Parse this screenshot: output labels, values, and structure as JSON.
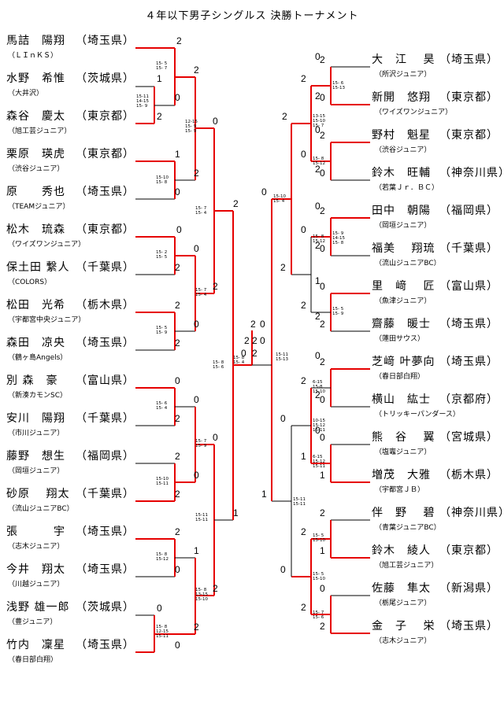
{
  "title": "４年以下男子シングルス 決勝トーナメント",
  "left_players": [
    {
      "name": "馬詰　陽翔",
      "pref": "（埼玉県）",
      "club": "（ＬＩｎＫＳ）"
    },
    {
      "name": "水野　希惟",
      "pref": "（茨城県）",
      "club": "（大井沢）"
    },
    {
      "name": "森谷　慶太",
      "pref": "（東京都）",
      "club": "（旭工芸ジュニア）"
    },
    {
      "name": "栗原　瑛虎",
      "pref": "（東京都）",
      "club": "（渋谷ジュニア）"
    },
    {
      "name": "原　　秀也",
      "pref": "（埼玉県）",
      "club": "（TEAMジュニア）"
    },
    {
      "name": "松木　琉森",
      "pref": "（東京都）",
      "club": "（ワイズワンジュニア）"
    },
    {
      "name": "保土田 繋人",
      "pref": "（千葉県）",
      "club": "（COLORS）"
    },
    {
      "name": "松田　光希",
      "pref": "（栃木県）",
      "club": "（宇都宮中央ジュニア）"
    },
    {
      "name": "森田　凉央",
      "pref": "（埼玉県）",
      "club": "（鶴ヶ島Angels）"
    },
    {
      "name": "別 森　豪",
      "pref": "（富山県）",
      "club": "（新湊カモンSC）"
    },
    {
      "name": "安川　陽翔",
      "pref": "（千葉県）",
      "club": "（市川ジュニア）"
    },
    {
      "name": "藤野　想生",
      "pref": "（福岡県）",
      "club": "（岡垣ジュニア）"
    },
    {
      "name": "砂原　 翔太",
      "pref": "（千葉県）",
      "club": "（流山ジュニアBC）"
    },
    {
      "name": "張　　　宇",
      "pref": "（埼玉県）",
      "club": "（志木ジュニア）"
    },
    {
      "name": "今井　翔太",
      "pref": "（埼玉県）",
      "club": "（川越ジュニア）"
    },
    {
      "name": "浅野 雄一郎",
      "pref": "（茨城県）",
      "club": "（豊ジュニア）"
    },
    {
      "name": "竹内　凜星",
      "pref": "（埼玉県）",
      "club": "（春日部白翔）"
    }
  ],
  "right_players": [
    {
      "name": "大　江　 昊",
      "pref": "（埼玉県）",
      "club": "（所沢ジュニア）"
    },
    {
      "name": "新開　悠翔",
      "pref": "（東京都）",
      "club": "（ワイズワンジュニア）"
    },
    {
      "name": "野村　魁星",
      "pref": "（東京都）",
      "club": "（渋谷ジュニア）"
    },
    {
      "name": "鈴木　旺輔",
      "pref": "（神奈川県）",
      "club": "（若葉Ｊｒ．ＢＣ）"
    },
    {
      "name": "田中　朝陽",
      "pref": "（福岡県）",
      "club": "（岡垣ジュニア）"
    },
    {
      "name": "福美　 翔琉",
      "pref": "（千葉県）",
      "club": "（流山ジュニアBC）"
    },
    {
      "name": "里　﨑　 匠",
      "pref": "（富山県）",
      "club": "（魚津ジュニア）"
    },
    {
      "name": "齋藤　暖士",
      "pref": "（埼玉県）",
      "club": "（蓮田サウス）"
    },
    {
      "name": "芝﨑 叶夢向",
      "pref": "（埼玉県）",
      "club": "（春日部白翔）"
    },
    {
      "name": "横山　紘士",
      "pref": "（京都府）",
      "club": "（トリッキーパンダース）"
    },
    {
      "name": "熊　谷　 翼",
      "pref": "（宮城県）",
      "club": "（塩竈ジュニア）"
    },
    {
      "name": "増茂　大雅",
      "pref": "（栃木県）",
      "club": "（宇都宮ＪＢ）"
    },
    {
      "name": "伴　野　 碧",
      "pref": "（神奈川県）",
      "club": "（青葉ジュニアBC）"
    },
    {
      "name": "鈴木　綾人",
      "pref": "（東京都）",
      "club": "（旭工芸ジュニア）"
    },
    {
      "name": "佐藤　隼太",
      "pref": "（新潟県）",
      "club": "（栃尾ジュニア）"
    },
    {
      "name": "金　子　 栄",
      "pref": "（埼玉県）",
      "club": "（志木ジュニア）"
    }
  ],
  "scores": [
    "15- 5\n15- 7",
    "15-11\n14-15\n15- 9",
    "12-15\n15- 9\n15- 9",
    "15-10\n15- 8",
    "15- 7\n15- 4",
    "15- 2\n15- 5",
    "15- 7\n15- 4",
    "15- 5\n15- 9",
    "15- 8\n15- 6",
    "15- 6\n15- 4",
    "15- 7\n15- 9",
    "15-10\n15-11",
    "15-11\n15-11",
    "15- 8\n15-12",
    "15- 8\n13-15\n15-10",
    "15- 8\n12-15\n15-11",
    "15- 8\n15- 4",
    "15-11\n15-13",
    "15- 6\n15-13",
    "13-15\n15-10\n15- 7",
    "15- 8\n15-12",
    "15-10\n15- 4",
    "15- 8\n15-12",
    "15- 9\n14-15\n15- 8",
    "15- 5\n15- 9",
    "15-11\n15-11",
    "6-15\n15-8\n15-10",
    "10-15\n15-12\n15-11",
    "6-15\n15-12\n15-11",
    "15- 5\n15-10",
    "15- 5\n15-10",
    "15- 7\n15- 6"
  ],
  "win_counts": [
    "2",
    "1",
    "0",
    "2",
    "2",
    "1",
    "0",
    "2",
    "0",
    "2",
    "0",
    "2",
    "2",
    "0",
    "0",
    "2",
    "2",
    "0",
    "0",
    "2",
    "0",
    "2",
    "2",
    "0",
    "1",
    "2",
    "0",
    "0",
    "2",
    "0",
    "2",
    "1",
    "2",
    "0",
    "2",
    "0",
    "2",
    "0",
    "2",
    "2",
    "0",
    "0",
    "2",
    "2",
    "0",
    "0",
    "2",
    "0",
    "2",
    "2",
    "0",
    "2",
    "0",
    "2",
    "0",
    "1",
    "1",
    "0",
    "2",
    "1",
    "2",
    "0",
    "2",
    "2",
    "0",
    "1",
    "2",
    "2",
    "0",
    "0",
    "2",
    "0",
    "2",
    "0",
    "2",
    "1",
    "2",
    "0",
    "2",
    "0"
  ],
  "colors": {
    "winner_path": "#e60000",
    "line": "#000000"
  }
}
